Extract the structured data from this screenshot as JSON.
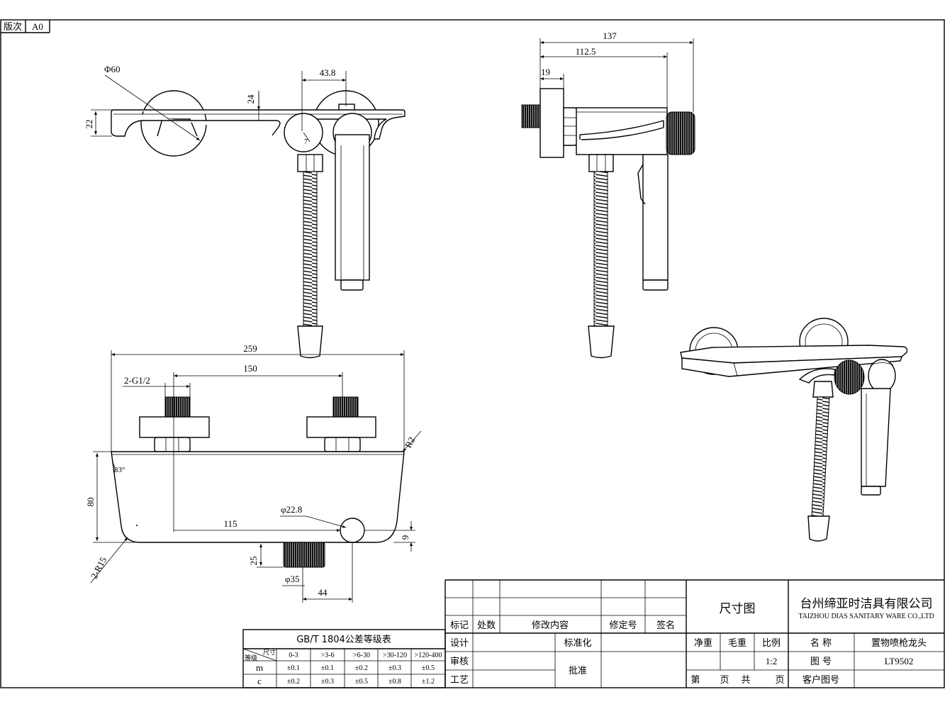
{
  "sheet": {
    "revision_label": "版次",
    "revision_value": "A0"
  },
  "top_view": {
    "flange_diameter": "Φ60",
    "body_depth": "22",
    "shelf_offset": "24",
    "outlet_spacing": "43.8",
    "minor_mark": "7"
  },
  "side_view": {
    "overall_length": "137",
    "body_length": "112.5",
    "flange_thickness": "19"
  },
  "front_view": {
    "overall_width": "259",
    "inlet_centers": "150",
    "inlet_thread": "2-G1/2",
    "edge_radius": "R2",
    "side_angle": "83°",
    "body_height": "80",
    "outlet_diameter": "φ22.8",
    "outlet_offset": "115",
    "outlet_height": "9",
    "knob_height": "25",
    "corner_radius": "2-R15",
    "knob_diameter": "φ35",
    "knob_offset": "44"
  },
  "tolerance_table": {
    "title": "GB/T 1804公差等级表",
    "corner_size_label": "尺寸",
    "corner_grade_label": "等级",
    "ranges": [
      "0-3",
      ">3-6",
      ">6-30",
      ">30-120",
      ">120-400"
    ],
    "rows": [
      {
        "grade": "m",
        "values": [
          "±0.1",
          "±0.1",
          "±0.2",
          "±0.3",
          "±0.5"
        ]
      },
      {
        "grade": "c",
        "values": [
          "±0.2",
          "±0.3",
          "±0.5",
          "±0.8",
          "±1.2"
        ]
      }
    ]
  },
  "revision_table": {
    "headers": [
      "标记",
      "处数",
      "修改内容",
      "修定号",
      "签名"
    ]
  },
  "approvals": {
    "design": "设计",
    "standardization": "标准化",
    "review": "审核",
    "approval": "批准",
    "process": "工艺"
  },
  "title_block": {
    "drawing_type": "尺寸图",
    "company_cn": "台州缔亚时洁具有限公司",
    "company_en": "TAIZHOU DIAS SANITARY WARE CO.,LTD",
    "net_weight_label": "净重",
    "gross_weight_label": "毛重",
    "scale_label": "比例",
    "scale_value": "1:2",
    "name_label": "名  称",
    "name_value": "置物喷枪龙头",
    "drawing_no_label": "图  号",
    "drawing_no_value": "LT9502",
    "sheet_label": "第",
    "page_label_1": "页",
    "total_label": "共",
    "page_label_2": "页",
    "customer_no_label": "客户图号"
  }
}
